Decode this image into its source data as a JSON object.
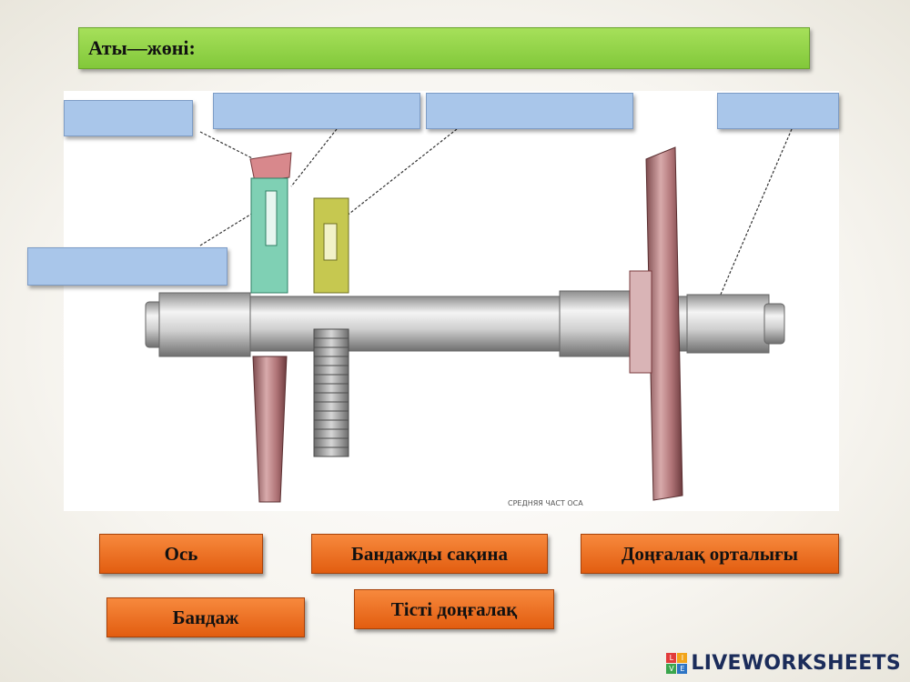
{
  "header": {
    "name_label": "Аты—жөні:"
  },
  "diagram": {
    "caption": "СРЕДНЯЯ ЧАСТ ОСА"
  },
  "answers": [
    "Ось",
    "Бандажды сақина",
    "Доңғалақ орталығы",
    "Бандаж",
    "Тісті доңғалақ"
  ],
  "brand": {
    "logo_text": "LIVEWORKSHEETS",
    "badge_letters": [
      "L",
      "I",
      "V",
      "E"
    ],
    "badge_colors": [
      "#e23b3b",
      "#f2a51a",
      "#3aa54d",
      "#2d74c4"
    ]
  },
  "colors": {
    "name_bar": "#95d44a",
    "drop_box": "#a9c6ea",
    "answer": "#ee7424",
    "wheel": "#b97f82",
    "center_green": "#7fd0b4",
    "gear_yellow": "#c6c850",
    "axle": "#c8c8c8"
  }
}
